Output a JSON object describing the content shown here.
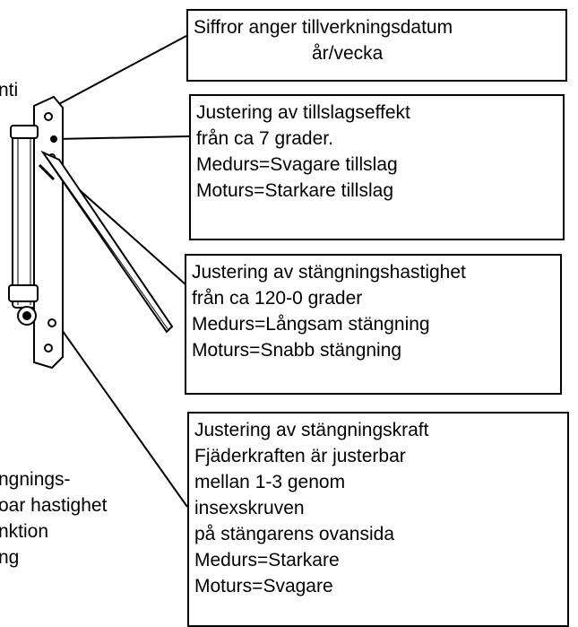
{
  "boxes": {
    "manufacture": {
      "lines": [
        "Siffror anger tillverkningsdatum",
        "år/vecka"
      ]
    },
    "closing_effect": {
      "lines": [
        "Justering av tillslagseffekt",
        "från ca 7 grader.",
        "Medurs=Svagare tillslag",
        "Moturs=Starkare tillslag"
      ]
    },
    "closing_speed": {
      "lines": [
        "Justering av stängningshastighet",
        "från ca 120-0 grader",
        "Medurs=Långsam stängning",
        "Moturs=Snabb stängning"
      ]
    },
    "closing_force": {
      "lines": [
        "Justering av stängningskraft",
        "Fjäderkraften är justerbar",
        "mellan 1-3 genom",
        "insexskruven",
        "på stängarens ovansida",
        "Medurs=Starkare",
        "Moturs=Svagare"
      ]
    }
  },
  "side_text": {
    "top": "nti",
    "bottom": [
      "ngnings-",
      "oar hastighet",
      "nktion",
      "ng"
    ]
  }
}
